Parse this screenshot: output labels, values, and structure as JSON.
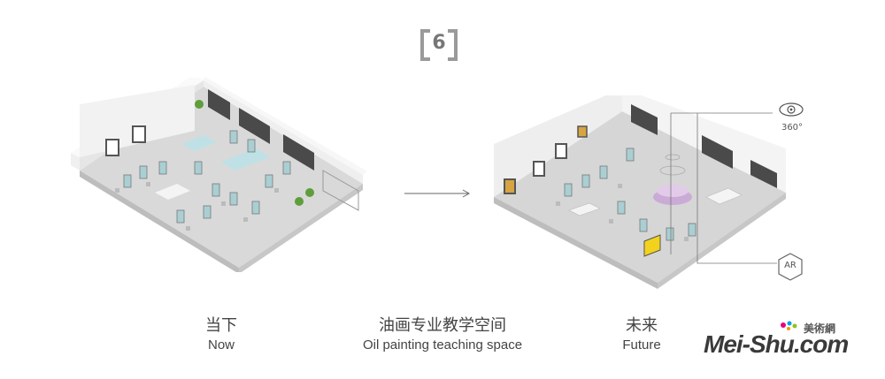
{
  "badge": {
    "number": "6"
  },
  "captions": {
    "now": {
      "zh": "当下",
      "en": "Now"
    },
    "middle": {
      "zh": "油画专业教学空间",
      "en": "Oil painting teaching space"
    },
    "future": {
      "zh": "未来",
      "en": "Future"
    }
  },
  "icons": {
    "panorama": {
      "label": "360°"
    },
    "ar": {
      "label": "AR"
    }
  },
  "logo": {
    "main": "Mei-Shu.com",
    "zh": "美術網"
  },
  "colors": {
    "floor": "#d9d9d9",
    "wall": "#f2f2f2",
    "wall_shadow": "#cfcfcf",
    "canvas_blue": "#a9cfd3",
    "accent_pink": "#c9a6d6",
    "accent_yellow": "#f2d21c",
    "line": "#888888"
  }
}
